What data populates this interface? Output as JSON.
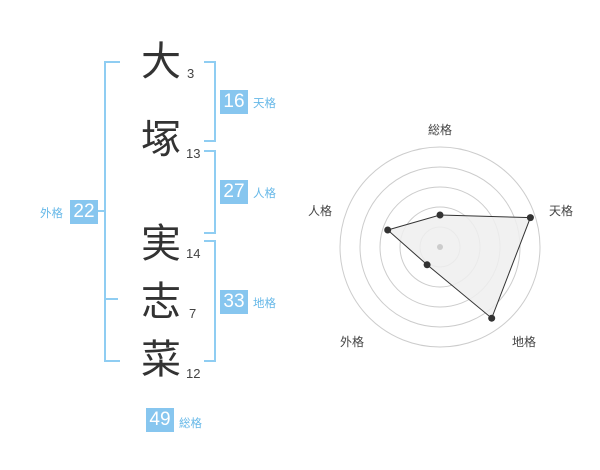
{
  "name": {
    "chars": [
      {
        "char": "大",
        "strokes": "3"
      },
      {
        "char": "塚",
        "strokes": "13"
      },
      {
        "char": "実",
        "strokes": "14"
      },
      {
        "char": "志",
        "strokes": "7"
      },
      {
        "char": "菜",
        "strokes": "12"
      }
    ]
  },
  "kakusu": {
    "tenkaku": {
      "value": "16",
      "label": "天格"
    },
    "jinkaku": {
      "value": "27",
      "label": "人格"
    },
    "chikaku": {
      "value": "33",
      "label": "地格"
    },
    "gaikaku": {
      "value": "22",
      "label": "外格"
    },
    "soukaku": {
      "value": "49",
      "label": "総格"
    }
  },
  "colors": {
    "accent": "#87c6ef",
    "bracket": "#8fcdf2",
    "text": "#333333",
    "radar_fill": "#efefef",
    "radar_grid": "#cccccc"
  },
  "chart_data": {
    "type": "radar",
    "axes": [
      "総格",
      "天格",
      "地格",
      "外格",
      "人格"
    ],
    "values": [
      0.32,
      0.95,
      0.88,
      0.22,
      0.55
    ],
    "rings": 5,
    "grid": true
  }
}
